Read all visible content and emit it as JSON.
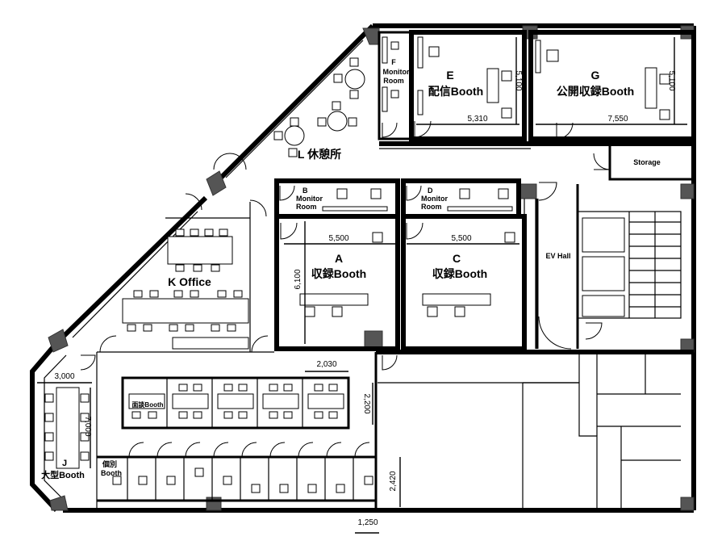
{
  "rooms": {
    "monitor_f": {
      "letter": "F",
      "line1": "Monitor",
      "line2": "Room"
    },
    "booth_e": {
      "letter": "E",
      "name": "配信Booth"
    },
    "booth_g": {
      "letter": "G",
      "name": "公開収録Booth"
    },
    "lounge_l": {
      "name": "L 休憩所"
    },
    "storage": {
      "name": "Storage"
    },
    "monitor_b": {
      "letter": "B",
      "line1": "Monitor",
      "line2": "Room"
    },
    "monitor_d": {
      "letter": "D",
      "line1": "Monitor",
      "line2": "Room"
    },
    "booth_a": {
      "letter": "A",
      "name": "収録Booth"
    },
    "booth_c": {
      "letter": "C",
      "name": "収録Booth"
    },
    "ev_hall": {
      "name": "EV Hall"
    },
    "office_k": {
      "name": "K Office"
    },
    "interview": {
      "name": "面談Booth"
    },
    "booth_j": {
      "letter": "J",
      "name": "大型Booth"
    },
    "individual": {
      "line1": "個別",
      "line2": "Booth"
    }
  },
  "dimensions": {
    "e_height": "5,100",
    "e_width": "5,310",
    "g_height": "5,100",
    "g_width": "7,550",
    "a_width": "5,500",
    "c_width": "5,500",
    "a_height": "6,100",
    "interview_width": "2,030",
    "interview_height": "2,200",
    "j_width": "3,000",
    "j_height": "7,000",
    "individual_height": "2,420",
    "individual_width": "1,250"
  }
}
